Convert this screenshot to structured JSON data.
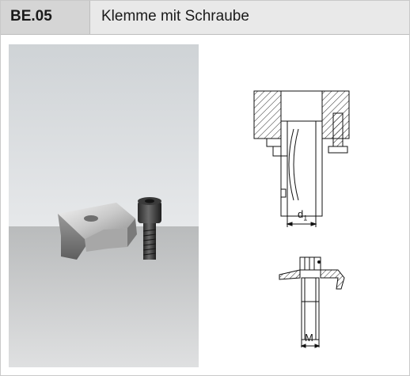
{
  "header": {
    "code": "BE.05",
    "title": "Klemme mit Schraube"
  },
  "drawings": {
    "top_dimension_label": "d",
    "top_dimension_subscript": "1",
    "bottom_dimension_label": "M"
  },
  "colors": {
    "code_cell_bg": "#d5d5d5",
    "title_cell_bg": "#e9e9e9"
  }
}
